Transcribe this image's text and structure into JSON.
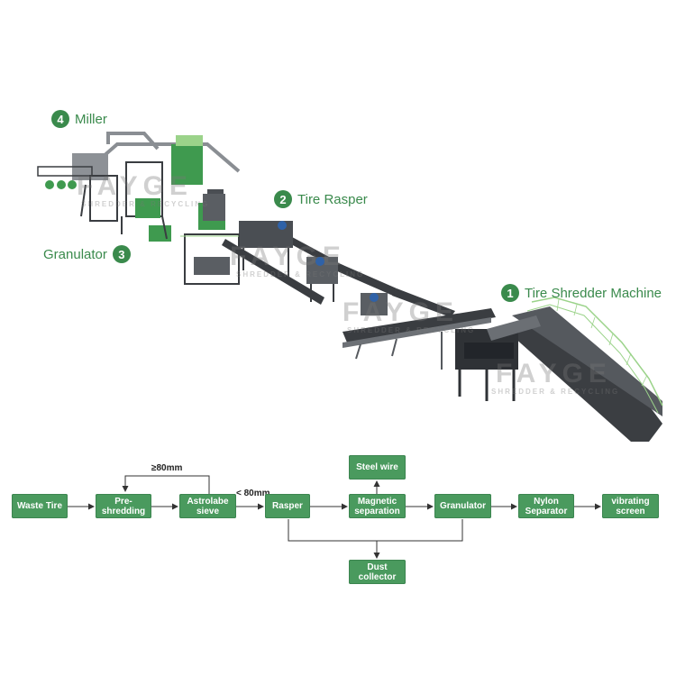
{
  "callouts": {
    "miller": {
      "num": "4",
      "label": "Miller"
    },
    "rasper": {
      "num": "2",
      "label": "Tire Rasper"
    },
    "granulator": {
      "num": "3",
      "label": "Granulator"
    },
    "shredder": {
      "num": "1",
      "label": "Tire Shredder Machine"
    }
  },
  "watermark": {
    "brand": "FAYGE",
    "tagline": "SHREDDER & RECYCLING"
  },
  "flow": {
    "boxes": {
      "waste_tire": "Waste Tire",
      "pre_shredding": "Pre-shredding",
      "astrolabe_1": "Astrolabe",
      "astrolabe_2": "sieve",
      "rasper": "Rasper",
      "magnetic_1": "Magnetic",
      "magnetic_2": "separation",
      "granulator": "Granulator",
      "nylon_1": "Nylon",
      "nylon_2": "Separator",
      "vibrating_1": "vibrating",
      "vibrating_2": "screen",
      "steel_wire": "Steel wire",
      "dust_1": "Dust",
      "dust_2": "collector"
    },
    "labels": {
      "over_80": "≥80mm",
      "under_80": "< 80mm"
    }
  },
  "colors": {
    "accent": "#3a8a4c",
    "box": "#4a9a5e",
    "machine": "#2f3236",
    "rail": "#9bd38a"
  }
}
